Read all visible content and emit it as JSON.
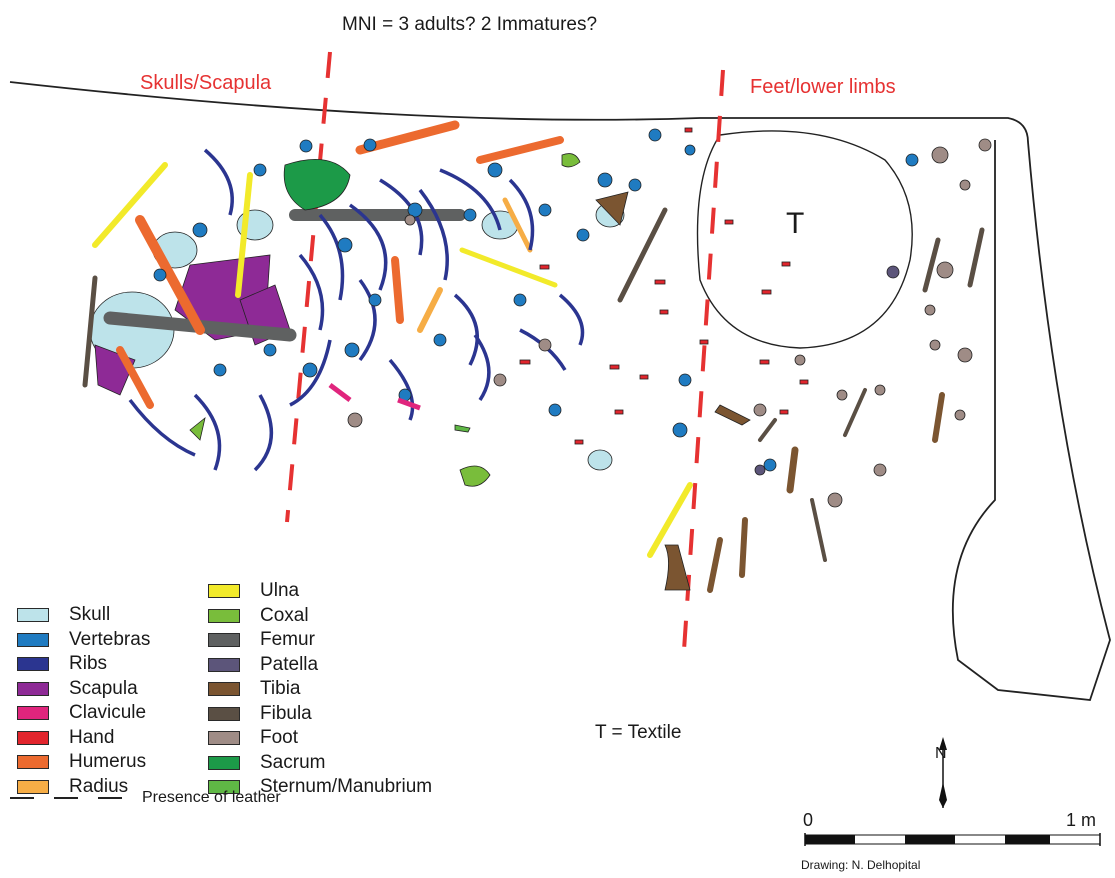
{
  "title": "MNI = 3 adults? 2 Immatures?",
  "zones": {
    "left_label": "Skulls/Scapula",
    "right_label": "Feet/lower limbs"
  },
  "textile_marker": "T",
  "textile_note": "T = Textile",
  "scale": {
    "start": "0",
    "end": "1 m"
  },
  "credit": "Drawing: N. Delhopital",
  "north": "N",
  "legend": {
    "left": [
      {
        "label": "Skull",
        "color": "#bde3ea"
      },
      {
        "label": "Vertebras",
        "color": "#1f7bc1"
      },
      {
        "label": "Ribs",
        "color": "#2b3590"
      },
      {
        "label": "Scapula",
        "color": "#8e2a96"
      },
      {
        "label": "Clavicule",
        "color": "#e0257d"
      },
      {
        "label": "Hand",
        "color": "#e2252d"
      },
      {
        "label": "Humerus",
        "color": "#ec6a2f"
      },
      {
        "label": "Radius",
        "color": "#f6ad46"
      }
    ],
    "right": [
      {
        "label": "Ulna",
        "color": "#f2ea2a"
      },
      {
        "label": "Coxal",
        "color": "#79bd3b"
      },
      {
        "label": "Femur",
        "color": "#5f6161"
      },
      {
        "label": "Patella",
        "color": "#5c557a"
      },
      {
        "label": "Tibia",
        "color": "#7b5531"
      },
      {
        "label": "Fibula",
        "color": "#5a4f44"
      },
      {
        "label": "Foot",
        "color": "#9f8c86"
      },
      {
        "label": "Sacrum",
        "color": "#1c9a48"
      },
      {
        "label": "Sternum/Manubrium",
        "color": "#5fb845"
      }
    ],
    "leather_label": "Presence of leather"
  }
}
